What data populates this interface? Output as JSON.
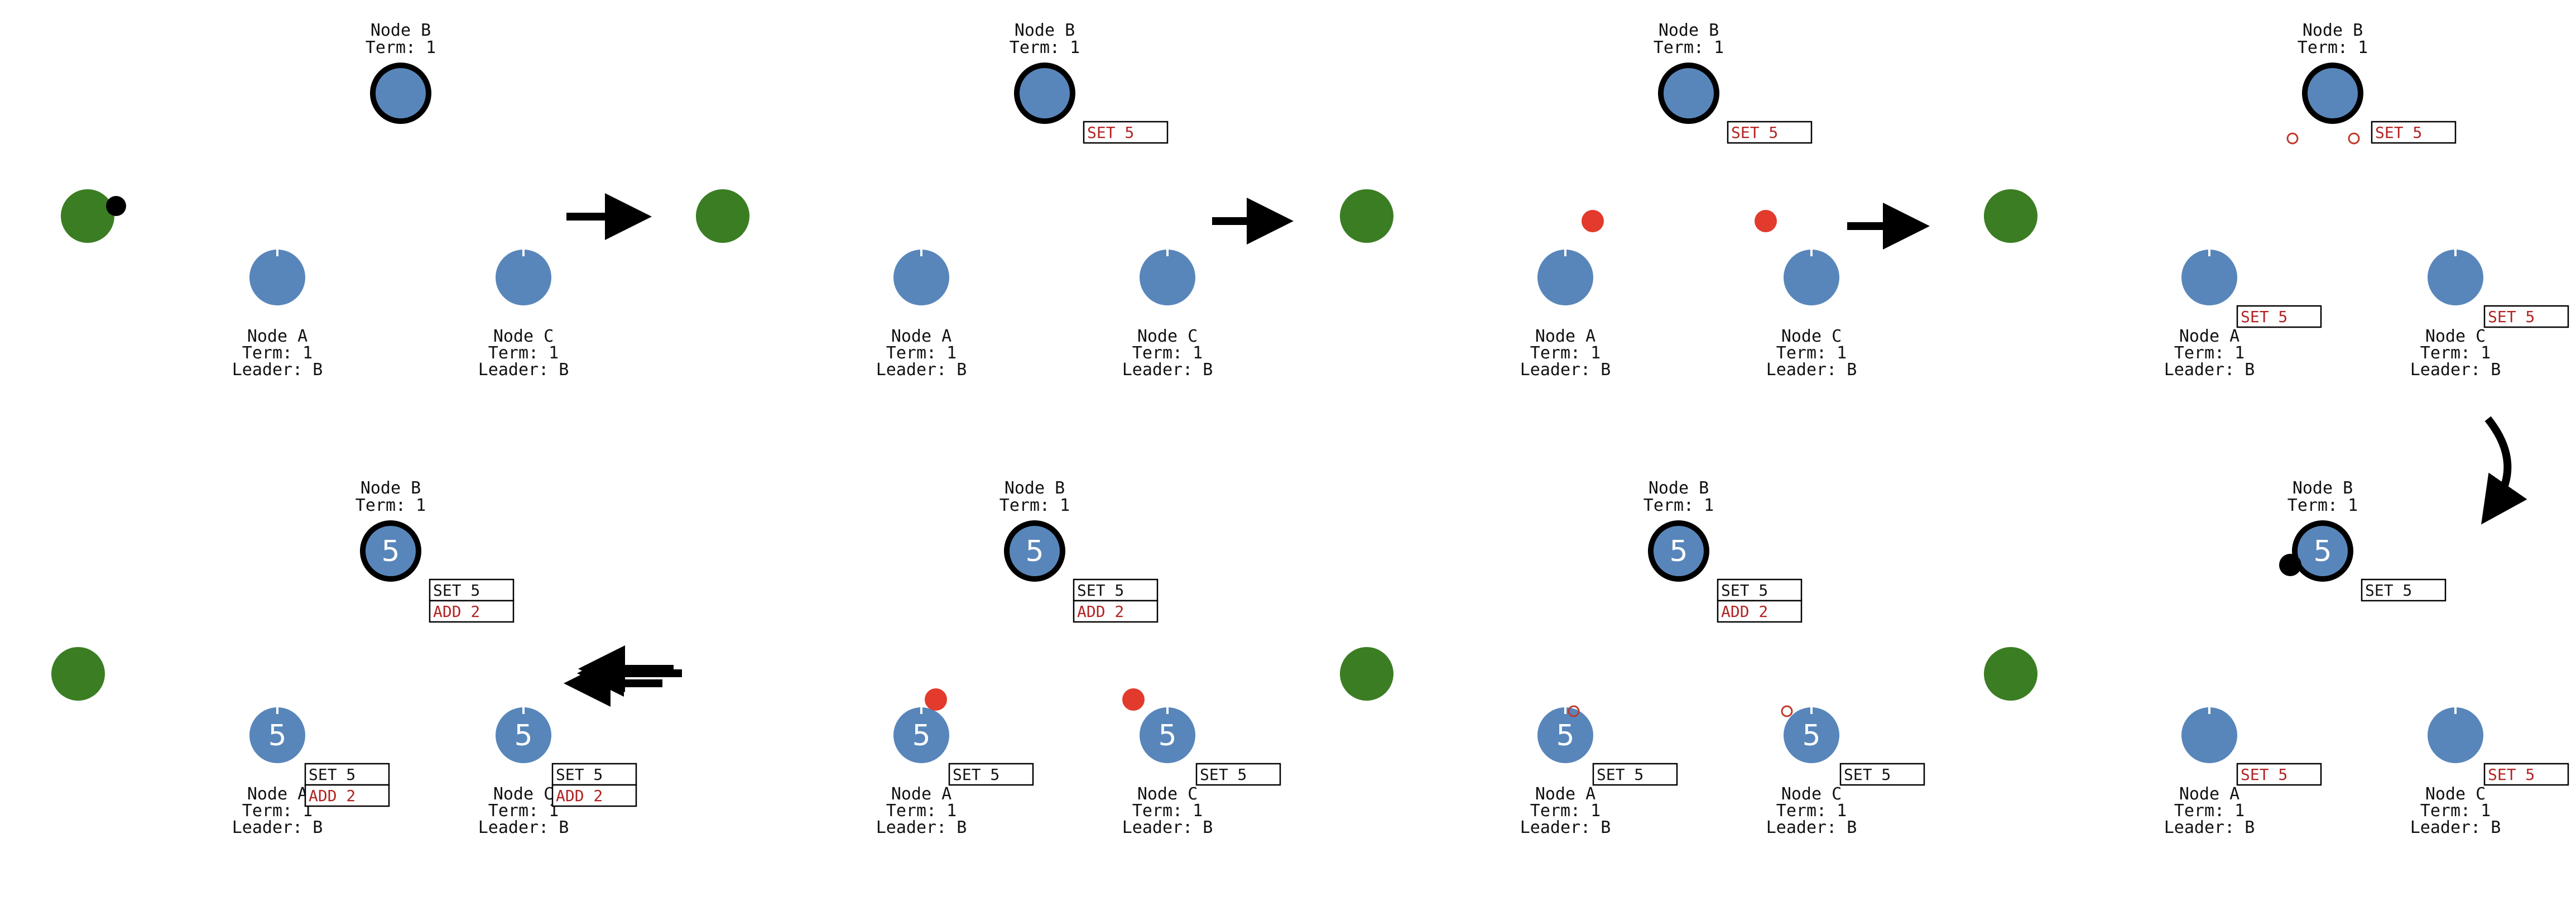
{
  "colors": {
    "node_fill": "#5886ba",
    "client_fill": "#3b7d23",
    "message_fill": "#e23a2c",
    "ack_outline": "#c0392b",
    "uncommitted_text": "#b22222",
    "committed_text": "#111111",
    "arrow": "#000000"
  },
  "panels": [
    {
      "node_b": {
        "name": "Node B",
        "term": "Term: 1",
        "value": "",
        "log": []
      },
      "node_a": {
        "name": "Node A",
        "term": "Term: 1",
        "leader": "Leader: B",
        "value": "",
        "log": []
      },
      "node_c": {
        "name": "Node C",
        "term": "Term: 1",
        "leader": "Leader: B",
        "value": "",
        "log": []
      },
      "arrow": "right"
    },
    {
      "node_b": {
        "name": "Node B",
        "term": "Term: 1",
        "value": "",
        "log": [
          {
            "text": "SET 5",
            "committed": false
          }
        ]
      },
      "node_a": {
        "name": "Node A",
        "term": "Term: 1",
        "leader": "Leader: B",
        "value": "",
        "log": []
      },
      "node_c": {
        "name": "Node C",
        "term": "Term: 1",
        "leader": "Leader: B",
        "value": "",
        "log": []
      },
      "arrow": "right"
    },
    {
      "node_b": {
        "name": "Node B",
        "term": "Term: 1",
        "value": "",
        "log": [
          {
            "text": "SET 5",
            "committed": false
          }
        ]
      },
      "node_a": {
        "name": "Node A",
        "term": "Term: 1",
        "leader": "Leader: B",
        "value": "",
        "log": []
      },
      "node_c": {
        "name": "Node C",
        "term": "Term: 1",
        "leader": "Leader: B",
        "value": "",
        "log": []
      },
      "arrow": "right"
    },
    {
      "node_b": {
        "name": "Node B",
        "term": "Term: 1",
        "value": "",
        "log": [
          {
            "text": "SET 5",
            "committed": false
          }
        ]
      },
      "node_a": {
        "name": "Node A",
        "term": "Term: 1",
        "leader": "Leader: B",
        "value": "",
        "log": [
          {
            "text": "SET 5",
            "committed": false
          }
        ]
      },
      "node_c": {
        "name": "Node C",
        "term": "Term: 1",
        "leader": "Leader: B",
        "value": "",
        "log": [
          {
            "text": "SET 5",
            "committed": false
          }
        ]
      },
      "arrow": "curve-down"
    },
    {
      "node_b": {
        "name": "Node B",
        "term": "Term: 1",
        "value": "5",
        "log": [
          {
            "text": "SET 5",
            "committed": true
          }
        ]
      },
      "node_a": {
        "name": "Node A",
        "term": "Term: 1",
        "leader": "Leader: B",
        "value": "",
        "log": [
          {
            "text": "SET 5",
            "committed": false
          }
        ]
      },
      "node_c": {
        "name": "Node C",
        "term": "Term: 1",
        "leader": "Leader: B",
        "value": "",
        "log": [
          {
            "text": "SET 5",
            "committed": false
          }
        ]
      },
      "arrow": "left"
    },
    {
      "node_b": {
        "name": "Node B",
        "term": "Term: 1",
        "value": "5",
        "log": [
          {
            "text": "SET 5",
            "committed": true
          },
          {
            "text": "ADD 2",
            "committed": false
          }
        ]
      },
      "node_a": {
        "name": "Node A",
        "term": "Term: 1",
        "leader": "Leader: B",
        "value": "5",
        "log": [
          {
            "text": "SET 5",
            "committed": true
          }
        ]
      },
      "node_c": {
        "name": "Node C",
        "term": "Term: 1",
        "leader": "Leader: B",
        "value": "5",
        "log": [
          {
            "text": "SET 5",
            "committed": true
          }
        ]
      },
      "arrow": "left"
    },
    {
      "node_b": {
        "name": "Node B",
        "term": "Term: 1",
        "value": "5",
        "log": [
          {
            "text": "SET 5",
            "committed": true
          },
          {
            "text": "ADD 2",
            "committed": false
          }
        ]
      },
      "node_a": {
        "name": "Node A",
        "term": "Term: 1",
        "leader": "Leader: B",
        "value": "5",
        "log": [
          {
            "text": "SET 5",
            "committed": true
          }
        ]
      },
      "node_c": {
        "name": "Node C",
        "term": "Term: 1",
        "leader": "Leader: B",
        "value": "5",
        "log": [
          {
            "text": "SET 5",
            "committed": true
          }
        ]
      },
      "arrow": "left"
    },
    {
      "node_b": {
        "name": "Node B",
        "term": "Term: 1",
        "value": "5",
        "log": [
          {
            "text": "SET 5",
            "committed": true
          },
          {
            "text": "ADD 2",
            "committed": false
          }
        ]
      },
      "node_a": {
        "name": "Node A",
        "term": "Term: 1",
        "leader": "Leader: B",
        "value": "5",
        "log": [
          {
            "text": "SET 5",
            "committed": true
          },
          {
            "text": "ADD 2",
            "committed": false
          }
        ]
      },
      "node_c": {
        "name": "Node C",
        "term": "Term: 1",
        "leader": "Leader: B",
        "value": "5",
        "log": [
          {
            "text": "SET 5",
            "committed": true
          },
          {
            "text": "ADD 2",
            "committed": false
          }
        ]
      },
      "arrow": "none"
    }
  ]
}
